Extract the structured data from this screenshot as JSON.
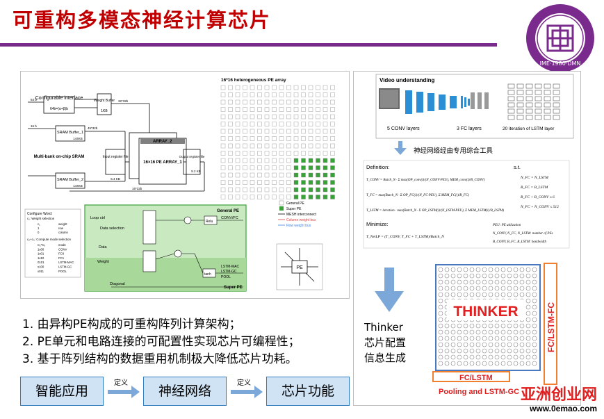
{
  "slide": {
    "title": "可重构多模态神经计算芯片"
  },
  "logo": {
    "name": "university-seal",
    "year_text": "IME·1980·DMN"
  },
  "left_panel": {
    "pe_array_title": "16*16 heterogeneous PE array",
    "block_config": "Configurable interface",
    "block_config_sub": "64b=(α+β)b",
    "block_weight_buffer": "Weight Buffer",
    "block_weight_size": "1KB",
    "block_sram1": "SRAM Buffer_1",
    "block_sram1_size": "144KB",
    "block_sram2": "SRAM Buffer_2",
    "block_sram2_size": "144KB",
    "block_multibank": "Multi-bank on-chip SRAM",
    "block_input_reg": "Input register file",
    "block_input_size": "6.4 KB",
    "block_array2": "ARRAY_2",
    "block_array1": "16×16 PE ARRAY_1",
    "block_output_reg": "Output register file",
    "block_output_size": "8.2 KB",
    "bus_64b": "64 b",
    "bus_16b": "16 b",
    "bus_32x32": "32*32b",
    "bus_45x32": "45*32b",
    "bus_16x32": "16*32b",
    "legend": {
      "general_pe": "General PE",
      "super_pe": "Super PE",
      "mesh": "MESH interconnect",
      "column_bus": "Column weight bus",
      "row_bus": "Row weight bus"
    },
    "config_word": {
      "title": "Configure Word:",
      "c1_label": "c₁: Weight selection",
      "c1_rows": [
        [
          "c₁",
          "weight"
        ],
        [
          "1",
          "row"
        ],
        [
          "0",
          "column"
        ]
      ],
      "c2_label": "c₂+c₃: Compute mode selection",
      "c2_rows": [
        [
          "C₂*C₃",
          "mode"
        ],
        [
          "1x00",
          "CONV"
        ],
        [
          "1x01",
          "FC0"
        ],
        [
          "1x10",
          "FC1"
        ],
        [
          "0101",
          "LSTM-MAC"
        ],
        [
          "x100",
          "LSTM-GC"
        ],
        [
          "x011",
          "POOL"
        ]
      ]
    },
    "pe_detail": {
      "loop_ctrl": "Loop ctrl",
      "data_selection": "Data selection",
      "data": "Data",
      "weight": "Weight",
      "general_pe": "General PE",
      "super_pe": "Super PE",
      "conv_fc": "CONV/FC",
      "relu": "Relu",
      "tanh": "tanh",
      "lstm_mac": "LSTM-MAC",
      "lstm_gc": "LSTM-GC",
      "pool": "POOL",
      "diagonal": "Diagonal",
      "pe": "PE"
    }
  },
  "list_items": [
    "1.  由异构PE构成的可重构阵列计算架构；",
    "2.  PE单元和电路连接的可配置性实现芯片可编程性；",
    "3.  基于阵列结构的数据重用机制极大降低芯片功耗。"
  ],
  "flow": {
    "box1": "智能应用",
    "box2": "神经网络",
    "box3": "芯片功能",
    "arrow1": "定义",
    "arrow2": "定义",
    "color_box": "#cfe3f5",
    "color_border": "#2f7cbf",
    "color_arrow": "#7ba7d9"
  },
  "right_panel": {
    "video_title": "Video understanding",
    "conv_label": "5 CONV layers",
    "fc_label": "3 FC layers",
    "lstm_label": "20 iteration of LSTM layer",
    "synthesis_caption": "神经网络经由专用综合工具",
    "definition": "Definition:",
    "st": "s.t.",
    "minimize": "Minimize:",
    "eq_conv": "T_CONV = Batch_N · Σ max(OP_conv(i)/(N_CONV·PEU), MEM_conv(i)/B_CONV)",
    "eq_fc": "T_FC = max(Batch_N · Σ OP_FC(i)/(N_FC·PEU), Σ MEM_FC(i)/B_FC)",
    "eq_lstm": "T_LSTM = iteration · max(Batch_N · Σ OP_LSTM(i)/(N_LSTM·PEU), Σ MEM_LSTM(i)/B_LSTM)",
    "eq_min": "T_NetLP = (T_CONV, T_FC + T_LSTM)/Batch_N",
    "c1": "N_FC = N_LSTM",
    "c2": "B_FC = B_LSTM",
    "c3": "B_FC + B_CONV ≤ 6",
    "c4": "N_FC + N_CONV ≤ 512",
    "note1": "PEU: PE utilization",
    "note2": "N_CONV, N_FC, N_LSTM: number of PEs",
    "note3": "B_CONV, B_FC, B_LSTM: bandwidth",
    "thinker": "THINKER",
    "fc_lstm_fc": "FC/LSTM-FC",
    "fc_lstm_bottom": "FC/LSTM",
    "pooling": "Pooling and LSTM-GC",
    "thinker_side": [
      "Thinker",
      "芯片配置",
      "信息生成"
    ]
  },
  "watermark": {
    "brand": "亚洲创业网",
    "url": "www.0emao.com"
  }
}
